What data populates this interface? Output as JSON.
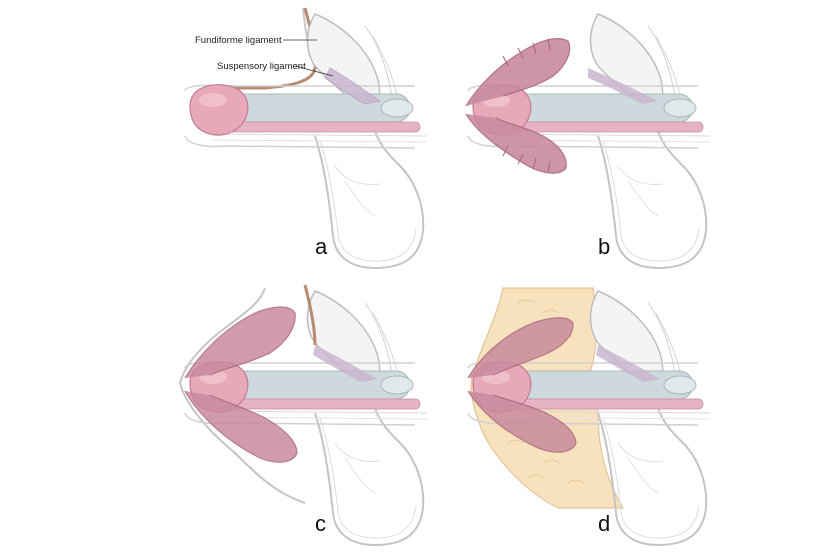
{
  "figure": {
    "labels": {
      "fundiforme": "Fundiforme ligament",
      "suspensory": "Suspensory ligament"
    },
    "panels": [
      {
        "id": "a",
        "letter": "a"
      },
      {
        "id": "b",
        "letter": "b"
      },
      {
        "id": "c",
        "letter": "c"
      },
      {
        "id": "d",
        "letter": "d"
      }
    ]
  },
  "colors": {
    "skin_outline": "#c8c8c8",
    "glans": "#e7a9b9",
    "shaft_gray": "#cdd9dc",
    "shaft_pink": "#e6b3c2",
    "ligament_brown": "#b78a72",
    "ligament_lavender": "#c9b5cf",
    "folded_skin": "#c98a9e",
    "bone_fill": "#f4f4f4",
    "fat_fill": "#f8e2bd"
  }
}
